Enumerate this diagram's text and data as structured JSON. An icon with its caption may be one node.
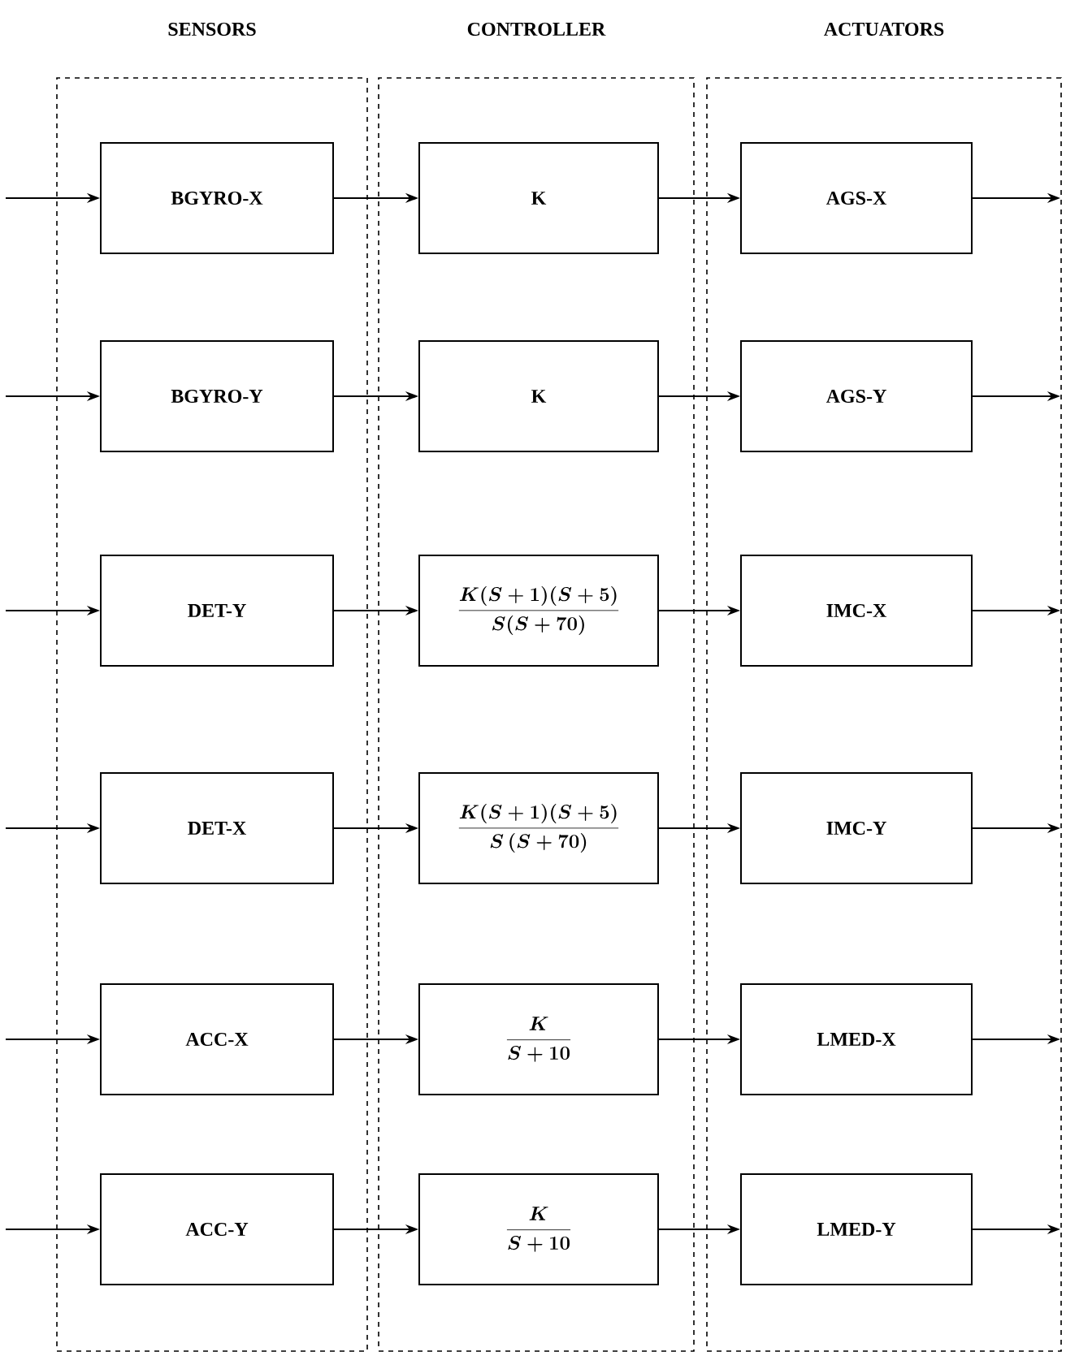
{
  "diagram": {
    "nodes": [
      {
        "text": [
          "SENSORS"
        ]
      },
      {
        "text": [
          "CONTROLLER"
        ]
      },
      {
        "text": [
          "ACTUATORS"
        ]
      },
      {
        "text": [
          "BGYRO-X"
        ],
        "in": 0
      },
      {
        "text": [
          "BGYRO-Y"
        ],
        "in": 0
      },
      {
        "text": [
          "DET-Y"
        ],
        "in": 0
      },
      {
        "text": [
          "DET-X"
        ],
        "in": 0
      },
      {
        "text": [
          "ACC-X"
        ],
        "in": 0
      },
      {
        "text": [
          "ACC-Y"
        ],
        "in": 0
      },
      {
        "text": [
          "K"
        ],
        "in": 1
      },
      {
        "text": [
          "K"
        ],
        "in": 1
      },
      {
        "text": [
          "\\frac{K(S+1)(S+5)}{S(S+70)}"
        ],
        "in": 1
      },
      {
        "text": [
          "\\frac{K(S+1)(S+5)}{S\\,(S+70)}"
        ],
        "in": 1
      },
      {
        "text": [
          "\\frac{K}{S+10}"
        ],
        "in": 1
      },
      {
        "text": [
          "\\frac{K}{S+10}"
        ],
        "in": 1
      },
      {
        "text": [
          "AGS-X"
        ],
        "in": 2
      },
      {
        "text": [
          "AGS-Y"
        ],
        "in": 2
      },
      {
        "text": [
          "IMC-X"
        ],
        "in": 2
      },
      {
        "text": [
          "IMC-Y"
        ],
        "in": 2
      },
      {
        "text": [
          "LMED-X"
        ],
        "in": 2
      },
      {
        "text": [
          "LMED-Y"
        ],
        "in": 2
      }
    ],
    "edges": [
      {
        "from": null,
        "to": 3,
        "arrow": "to"
      },
      {
        "from": null,
        "to": 4,
        "arrow": "to"
      },
      {
        "from": null,
        "to": 5,
        "arrow": "to"
      },
      {
        "from": null,
        "to": 6,
        "arrow": "to"
      },
      {
        "from": null,
        "to": 7,
        "arrow": "to"
      },
      {
        "from": null,
        "to": 8,
        "arrow": "to"
      },
      {
        "from": 3,
        "to": 9,
        "arrow": "to"
      },
      {
        "from": 4,
        "to": 10,
        "arrow": "to"
      },
      {
        "from": 5,
        "to": 11,
        "arrow": "to"
      },
      {
        "from": 6,
        "to": 12,
        "arrow": "to"
      },
      {
        "from": 7,
        "to": 13,
        "arrow": "to"
      },
      {
        "from": 8,
        "to": 14,
        "arrow": "to"
      },
      {
        "from": 9,
        "to": 15,
        "arrow": "to"
      },
      {
        "from": 10,
        "to": 16,
        "arrow": "to"
      },
      {
        "from": 11,
        "to": 17,
        "arrow": "to"
      },
      {
        "from": 12,
        "to": 18,
        "arrow": "to"
      },
      {
        "from": 13,
        "to": 19,
        "arrow": "to"
      },
      {
        "from": 14,
        "to": 20,
        "arrow": "to"
      },
      {
        "from": 15,
        "to": null,
        "arrow": "to"
      },
      {
        "from": 16,
        "to": null,
        "arrow": "to"
      },
      {
        "from": 17,
        "to": null,
        "arrow": "to"
      },
      {
        "from": 18,
        "to": null,
        "arrow": "to"
      },
      {
        "from": 19,
        "to": null,
        "arrow": "to"
      },
      {
        "from": 20,
        "to": null,
        "arrow": "to"
      }
    ]
  }
}
